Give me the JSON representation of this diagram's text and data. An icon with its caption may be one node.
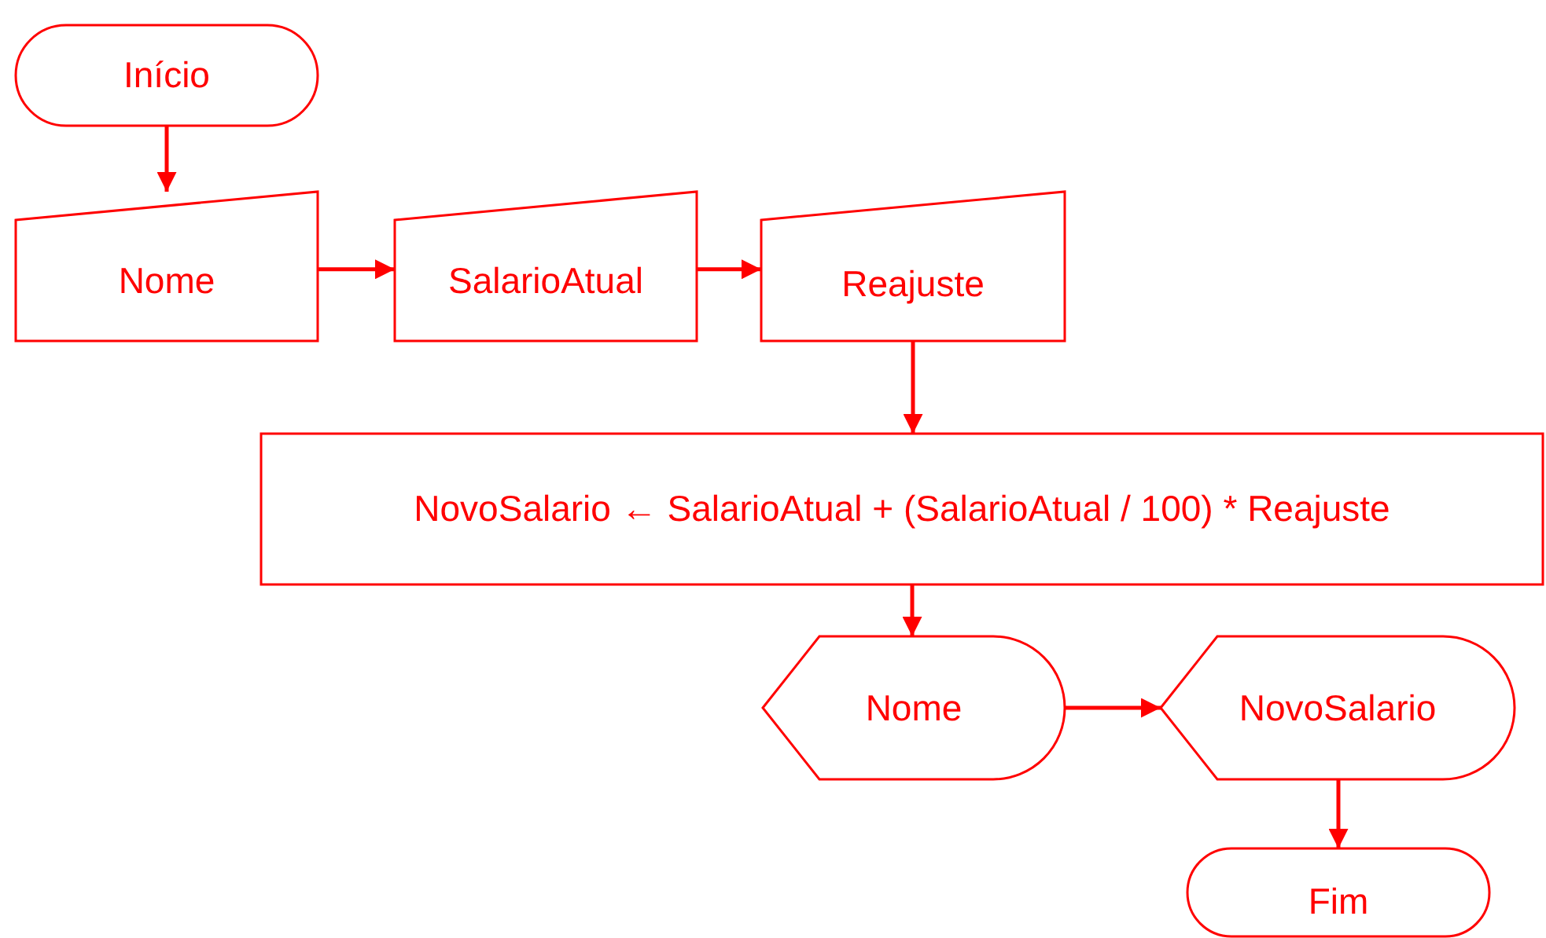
{
  "diagram": {
    "nodes": [
      {
        "text": [
          "Início"
        ]
      },
      {
        "text": [
          "Nome"
        ]
      },
      {
        "text": [
          "SalarioAtual"
        ]
      },
      {
        "text": [
          "Reajuste"
        ]
      },
      {
        "text": [
          "NovoSalario ← SalarioAtual + (SalarioAtual / 100) * Reajuste"
        ]
      },
      {
        "text": [
          "Nome"
        ]
      },
      {
        "text": [
          "NovoSalario"
        ]
      },
      {
        "text": [
          "Fim"
        ]
      }
    ],
    "edges": [
      {
        "from": 0,
        "to": 1,
        "arrow": "to"
      },
      {
        "from": 1,
        "to": 2,
        "arrow": "to"
      },
      {
        "from": 2,
        "to": 3,
        "arrow": "to"
      },
      {
        "from": 3,
        "to": 4,
        "arrow": "to"
      },
      {
        "from": 4,
        "to": 5,
        "arrow": "to"
      },
      {
        "from": 5,
        "to": 6,
        "arrow": "to"
      },
      {
        "from": 6,
        "to": 7,
        "arrow": "to"
      }
    ]
  }
}
